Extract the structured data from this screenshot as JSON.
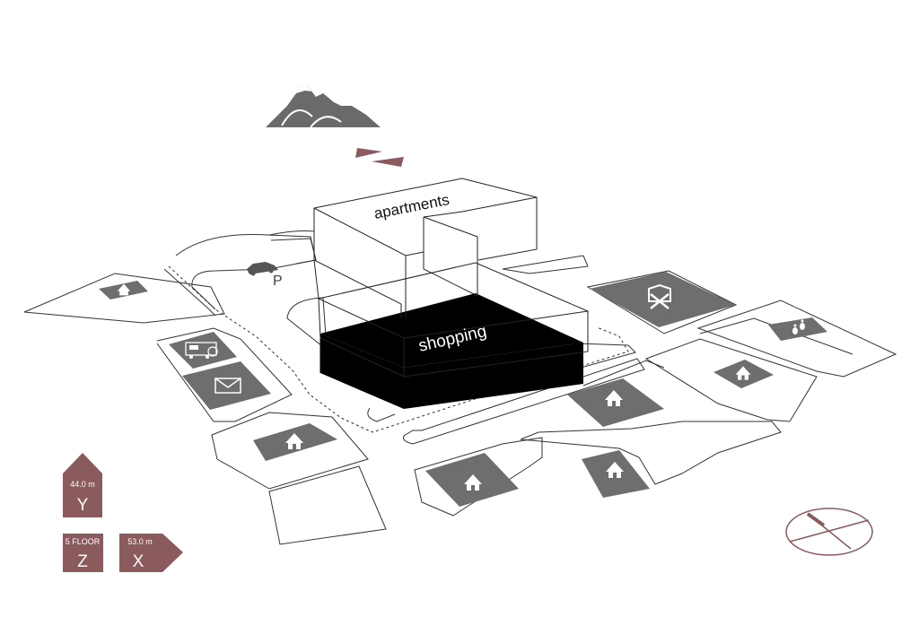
{
  "colors": {
    "accent": "#8a5a5c",
    "block_gray": "#6e6e6e",
    "icon_white": "#ffffff",
    "outline": "#333333",
    "mountain": "#6a6a6a",
    "shopping_fill": "#000000"
  },
  "buildings": {
    "upper_label": "apartments",
    "lower_label": "shopping"
  },
  "parking": {
    "label": "P",
    "icon": "car-icon"
  },
  "blocks": [
    {
      "name": "home-block-west",
      "icon": "house-icon"
    },
    {
      "name": "bus-block",
      "icon": "bus-icon"
    },
    {
      "name": "mail-block",
      "icon": "envelope-icon"
    },
    {
      "name": "home-block-south-west",
      "icon": "house-icon"
    },
    {
      "name": "home-block-south",
      "icon": "house-icon"
    },
    {
      "name": "home-block-center",
      "icon": "house-icon"
    },
    {
      "name": "home-block-center-south",
      "icon": "house-icon"
    },
    {
      "name": "home-block-east",
      "icon": "house-icon"
    },
    {
      "name": "school-block",
      "icon": "crossing-icon"
    },
    {
      "name": "footprints-block",
      "icon": "footprints-icon"
    }
  ],
  "dimensions": {
    "height": {
      "value": "44.0 m",
      "axis": "Y"
    },
    "floors": {
      "value": "5 FLOOR",
      "axis": "Z"
    },
    "width": {
      "value": "53.0 m",
      "axis": "X"
    }
  },
  "decor": {
    "mountains_icon": "mountains-icon",
    "north_arrow_icon": "north-arrow-icon",
    "compass_icon": "compass-icon"
  }
}
